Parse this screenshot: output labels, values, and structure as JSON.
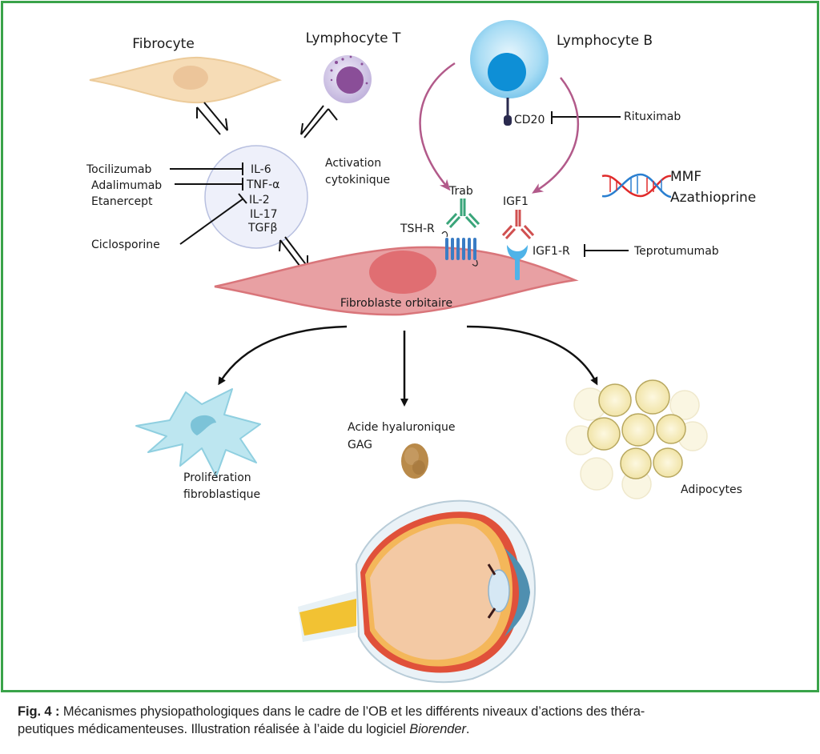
{
  "figure": {
    "cells": {
      "fibrocyte": "Fibrocyte",
      "lymphocyte_t": "Lymphocyte T",
      "lymphocyte_b": "Lymphocyte B",
      "fibroblaste": "Fibroblaste orbitaire",
      "proliferation_line1": "Prolifération",
      "proliferation_line2": "fibroblastique",
      "acide_line1": "Acide hyaluronique",
      "acide_line2": "GAG",
      "adipocytes": "Adipocytes"
    },
    "cytokines": [
      "IL-6",
      "TNF-α",
      "IL-2",
      "IL-17",
      "TGFβ"
    ],
    "activation_line1": "Activation",
    "activation_line2": "cytokinique",
    "drugs": {
      "tocilizumab": "Tocilizumab",
      "adalimumab": "Adalimumab",
      "etanercept": "Etanercept",
      "ciclosporine": "Ciclosporine",
      "rituximab": "Rituximab",
      "teprotumumab": "Teprotumumab",
      "mmf": "MMF",
      "azathioprine": "Azathioprine"
    },
    "molecules": {
      "cd20": "CD20",
      "trab": "Trab",
      "tsh_r": "TSH-R",
      "igf1": "IGF1",
      "igf1_r": "IGF1-R"
    },
    "colors": {
      "frame": "#3aa34a",
      "fibroblast": "#e89a9d",
      "fibrocyte": "#f6dcb6",
      "lymphocyte_b": "#8fd0f0",
      "lymphocyte_t": "#c9bce0",
      "arrow_magenta": "#b25a8a",
      "trab": "#3aa57a",
      "igf1": "#d05050",
      "receptor_blue": "#3a7cc4"
    }
  },
  "caption": {
    "label": "Fig. 4 :",
    "text_line1": " Mécanismes physiopathologiques dans le cadre de l’OB et les différents niveaux d’actions des théra-",
    "text_line2": "peutiques médicamenteuses. Illustration réalisée à l’aide du logiciel ",
    "software": "Biorender",
    "end": "."
  }
}
